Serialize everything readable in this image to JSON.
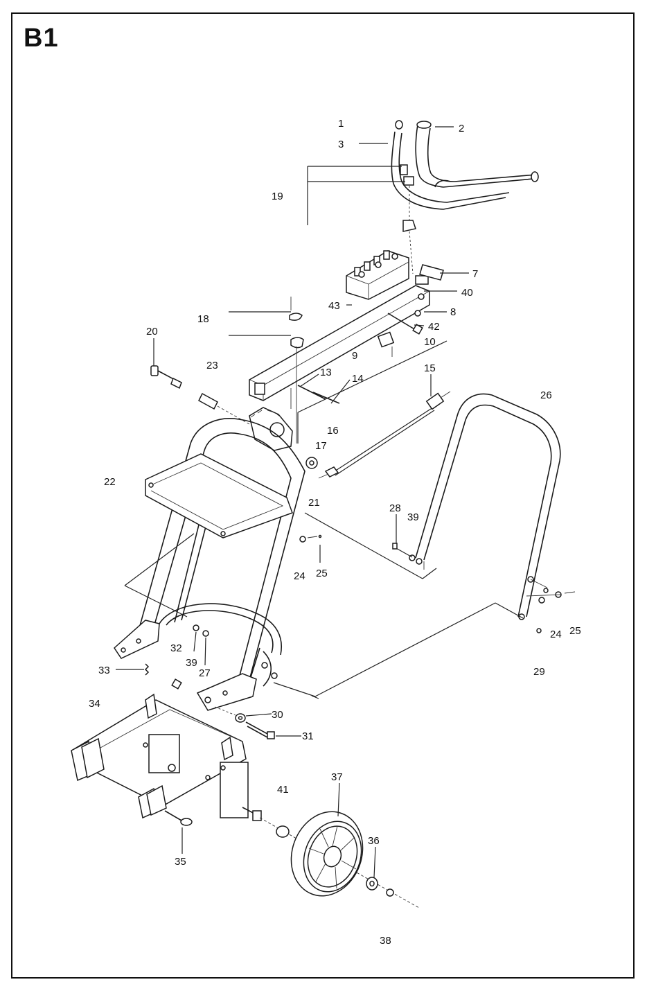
{
  "page": {
    "title": "B1"
  },
  "labels": [
    {
      "id": "1",
      "text": "1"
    },
    {
      "id": "2",
      "text": "2"
    },
    {
      "id": "3",
      "text": "3"
    },
    {
      "id": "19",
      "text": "19"
    },
    {
      "id": "7",
      "text": "7"
    },
    {
      "id": "40",
      "text": "40"
    },
    {
      "id": "43",
      "text": "43"
    },
    {
      "id": "8",
      "text": "8"
    },
    {
      "id": "18",
      "text": "18"
    },
    {
      "id": "42",
      "text": "42"
    },
    {
      "id": "20",
      "text": "20"
    },
    {
      "id": "10",
      "text": "10"
    },
    {
      "id": "9",
      "text": "9"
    },
    {
      "id": "23",
      "text": "23"
    },
    {
      "id": "13",
      "text": "13"
    },
    {
      "id": "14",
      "text": "14"
    },
    {
      "id": "15",
      "text": "15"
    },
    {
      "id": "26",
      "text": "26"
    },
    {
      "id": "16",
      "text": "16"
    },
    {
      "id": "17",
      "text": "17"
    },
    {
      "id": "22",
      "text": "22"
    },
    {
      "id": "21",
      "text": "21"
    },
    {
      "id": "28",
      "text": "28"
    },
    {
      "id": "39a",
      "text": "39"
    },
    {
      "id": "24a",
      "text": "24"
    },
    {
      "id": "25a",
      "text": "25"
    },
    {
      "id": "24b",
      "text": "24"
    },
    {
      "id": "25b",
      "text": "25"
    },
    {
      "id": "32",
      "text": "32"
    },
    {
      "id": "39b",
      "text": "39"
    },
    {
      "id": "27",
      "text": "27"
    },
    {
      "id": "33",
      "text": "33"
    },
    {
      "id": "29",
      "text": "29"
    },
    {
      "id": "34",
      "text": "34"
    },
    {
      "id": "30",
      "text": "30"
    },
    {
      "id": "31",
      "text": "31"
    },
    {
      "id": "41",
      "text": "41"
    },
    {
      "id": "37",
      "text": "37"
    },
    {
      "id": "36",
      "text": "36"
    },
    {
      "id": "35",
      "text": "35"
    },
    {
      "id": "38",
      "text": "38"
    }
  ]
}
